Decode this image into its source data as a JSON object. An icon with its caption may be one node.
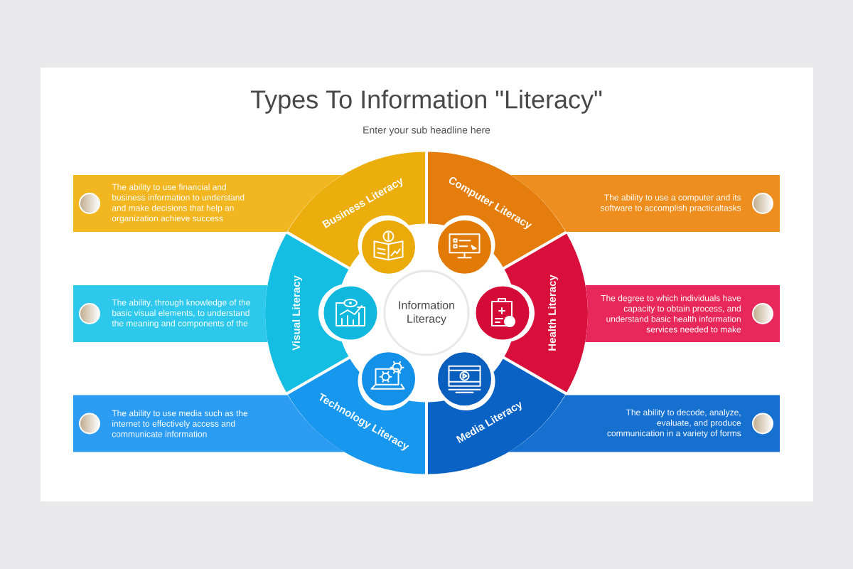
{
  "diagram": {
    "title": "Types To Information \"Literacy\"",
    "nodes": [
      {
        "text": [
          "Information Literacy"
        ]
      },
      {
        "text": [
          "Business Literacy"
        ]
      },
      {
        "text": [
          "Computer Literacy"
        ]
      },
      {
        "text": [
          "Visual Literacy"
        ]
      },
      {
        "text": [
          "Health Literacy"
        ]
      },
      {
        "text": [
          "Technology Literacy"
        ]
      },
      {
        "text": [
          "Media Literacy"
        ]
      },
      {
        "text": [
          "The ability to use financial and business information to understand and make decisions that help an organization achieve success"
        ]
      },
      {
        "text": [
          "The ability to use a computer and its software to accomplish practicaltasks"
        ]
      },
      {
        "text": [
          "The ability, through knowledge of the basic visual elements, to understand the meaning and components of the"
        ]
      },
      {
        "text": [
          "The degree to which individuals have capacity to obtain process, and understand basic health information services needed to make"
        ]
      },
      {
        "text": [
          "The ability to use media such as the internet to effectively access and communicate information"
        ]
      },
      {
        "text": [
          "The ability to decode, analyze, evaluate, and produce communication in a variety of forms"
        ]
      }
    ],
    "labels": [
      "Enter your sub headline here"
    ]
  }
}
